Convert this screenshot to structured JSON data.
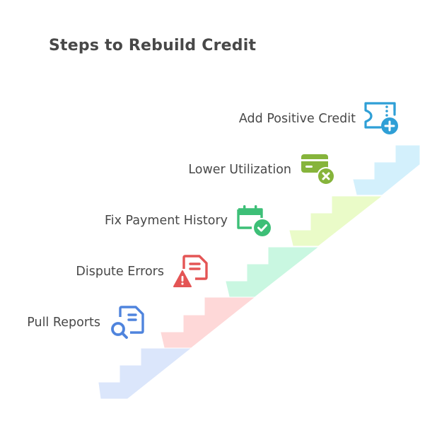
{
  "title": "Steps to Rebuild Credit",
  "steps": [
    {
      "label": "Pull Reports",
      "icon": "document-search-icon",
      "color": "#4f84dd",
      "stair_color": "#dbe6fb"
    },
    {
      "label": "Dispute Errors",
      "icon": "document-warning-icon",
      "color": "#e45555",
      "stair_color": "#fed8d8"
    },
    {
      "label": "Fix Payment History",
      "icon": "calendar-check-icon",
      "color": "#3dbf77",
      "stair_color": "#c9f7e1"
    },
    {
      "label": "Lower Utilization",
      "icon": "credit-card-x-icon",
      "color": "#86b43b",
      "stair_color": "#eafbc8"
    },
    {
      "label": "Add Positive Credit",
      "icon": "ticket-plus-icon",
      "color": "#2f9fd6",
      "stair_color": "#d3f0fc"
    }
  ]
}
